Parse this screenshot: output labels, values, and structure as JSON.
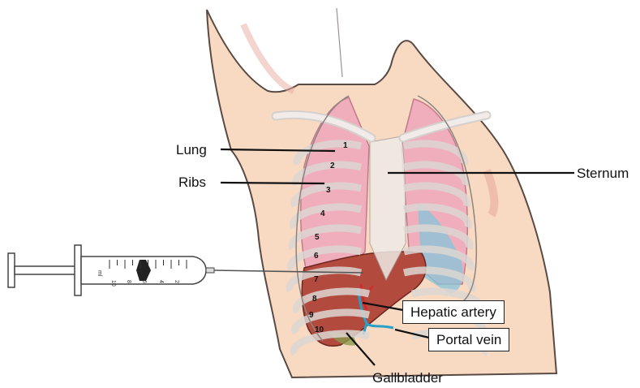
{
  "labels": {
    "lung": "Lung",
    "ribs": "Ribs",
    "sternum": "Sternum",
    "hepatic_artery": "Hepatic artery",
    "portal_vein": "Portal vein",
    "gallbladder": "Gallbladder"
  },
  "rib_numbers": [
    "1",
    "2",
    "3",
    "4",
    "5",
    "6",
    "7",
    "8",
    "9",
    "10"
  ],
  "syringe": {
    "unit": "ml",
    "scale_numbers": [
      "10",
      "8",
      "6",
      "4",
      "2"
    ]
  },
  "colors": {
    "skin": "#f8d9c2",
    "skin_outline": "#5a4a44",
    "lung": "#f0aebc",
    "liver": "#b24a3e",
    "artery": "#d8262d",
    "portal_vein": "#2aa0c8",
    "bone": "#e9e4e2"
  }
}
